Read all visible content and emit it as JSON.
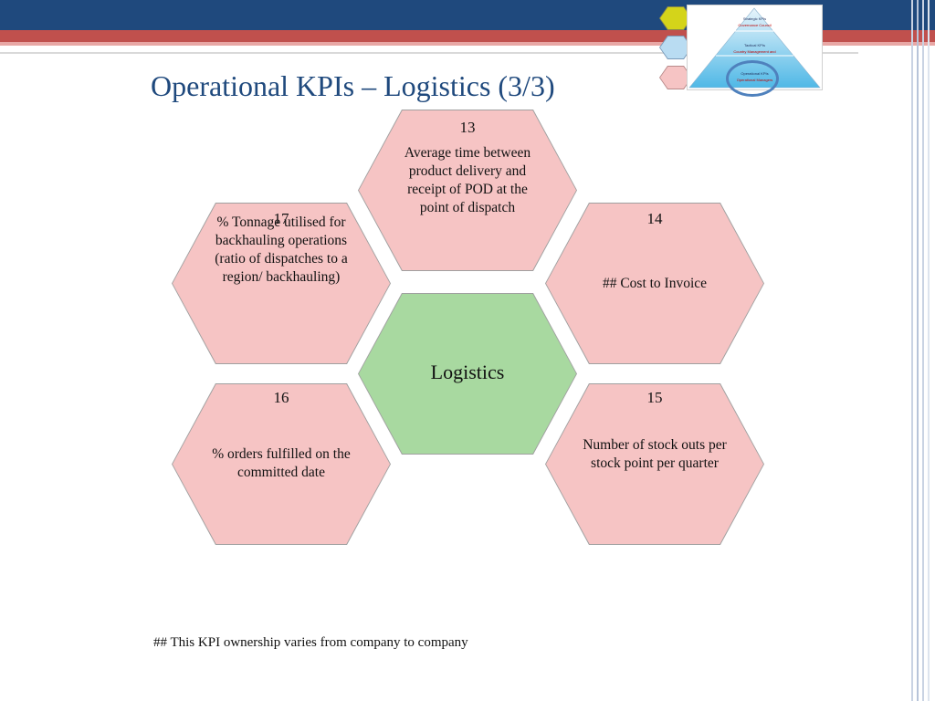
{
  "title": "Operational KPIs – Logistics (3/3)",
  "center": {
    "label": "Logistics"
  },
  "kpis": [
    {
      "number": "13",
      "text": "Average time between product delivery and receipt of POD at the point of dispatch"
    },
    {
      "number": "14",
      "text": "## Cost to Invoice"
    },
    {
      "number": "15",
      "text": "Number of stock outs per stock point per quarter"
    },
    {
      "number": "16",
      "text": "% orders fulfilled on the committed date"
    },
    {
      "number": "17",
      "text": "% Tonnage utilised for backhauling operations (ratio of dispatches to a region/ backhauling)"
    }
  ],
  "footnote": "## This KPI ownership varies from company to company",
  "pyramid": {
    "levels": [
      {
        "heading": "Strategic KPIs",
        "sub": "Governance Council"
      },
      {
        "heading": "Tactical KPIs",
        "sub": "Country Management and"
      },
      {
        "heading": "Operational KPIs",
        "sub": "Operational Managers"
      }
    ]
  },
  "colors": {
    "header_dark": "#1f497d",
    "header_red": "#c0504d",
    "kpi_fill": "#f6c4c4",
    "center_fill": "#a8d9a0",
    "title_color": "#1f497d"
  }
}
